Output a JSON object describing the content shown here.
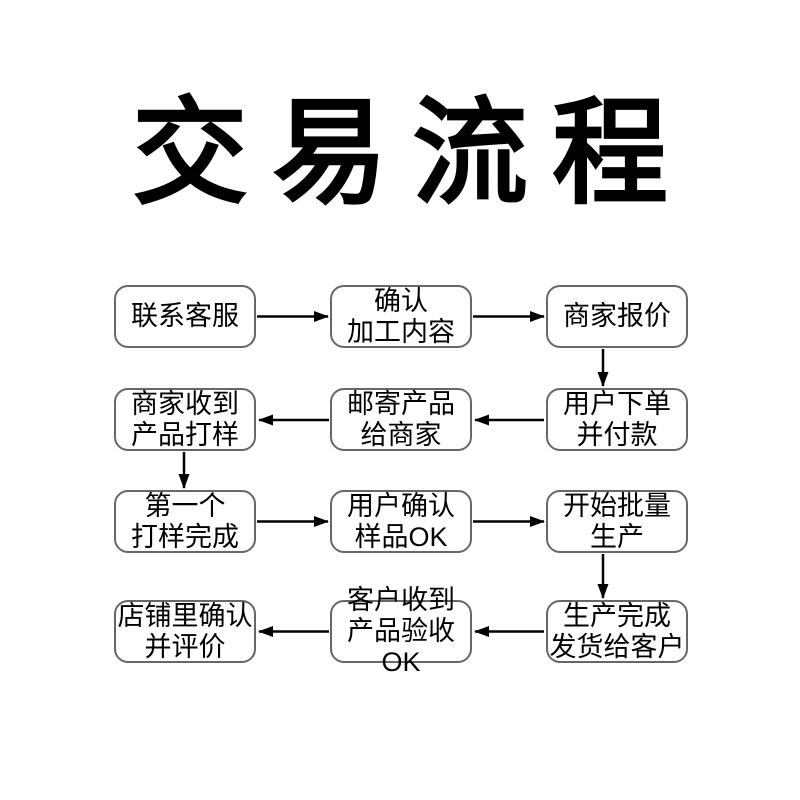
{
  "title": "交易流程",
  "colors": {
    "background": "#ffffff",
    "box_fill": "#ffffff",
    "box_border": "#676767",
    "text": "#000000",
    "arrow": "#000000"
  },
  "flowchart": {
    "nodes": [
      {
        "id": "step-1",
        "label": "联系客服"
      },
      {
        "id": "step-2",
        "label": "确认\n加工内容"
      },
      {
        "id": "step-3",
        "label": "商家报价"
      },
      {
        "id": "step-4",
        "label": "用户下单\n并付款"
      },
      {
        "id": "step-5",
        "label": "邮寄产品\n给商家"
      },
      {
        "id": "step-6",
        "label": "商家收到\n产品打样"
      },
      {
        "id": "step-7",
        "label": "第一个\n打样完成"
      },
      {
        "id": "step-8",
        "label": "用户确认\n样品OK"
      },
      {
        "id": "step-9",
        "label": "开始批量\n生产"
      },
      {
        "id": "step-10",
        "label": "生产完成\n发货给客户"
      },
      {
        "id": "step-11",
        "label": "客户收到\n产品验收OK"
      },
      {
        "id": "step-12",
        "label": "店铺里确认\n并评价"
      }
    ],
    "edges": [
      {
        "from": "step-1",
        "to": "step-2"
      },
      {
        "from": "step-2",
        "to": "step-3"
      },
      {
        "from": "step-3",
        "to": "step-4"
      },
      {
        "from": "step-4",
        "to": "step-5"
      },
      {
        "from": "step-5",
        "to": "step-6"
      },
      {
        "from": "step-6",
        "to": "step-7"
      },
      {
        "from": "step-7",
        "to": "step-8"
      },
      {
        "from": "step-8",
        "to": "step-9"
      },
      {
        "from": "step-9",
        "to": "step-10"
      },
      {
        "from": "step-10",
        "to": "step-11"
      },
      {
        "from": "step-11",
        "to": "step-12"
      }
    ]
  }
}
